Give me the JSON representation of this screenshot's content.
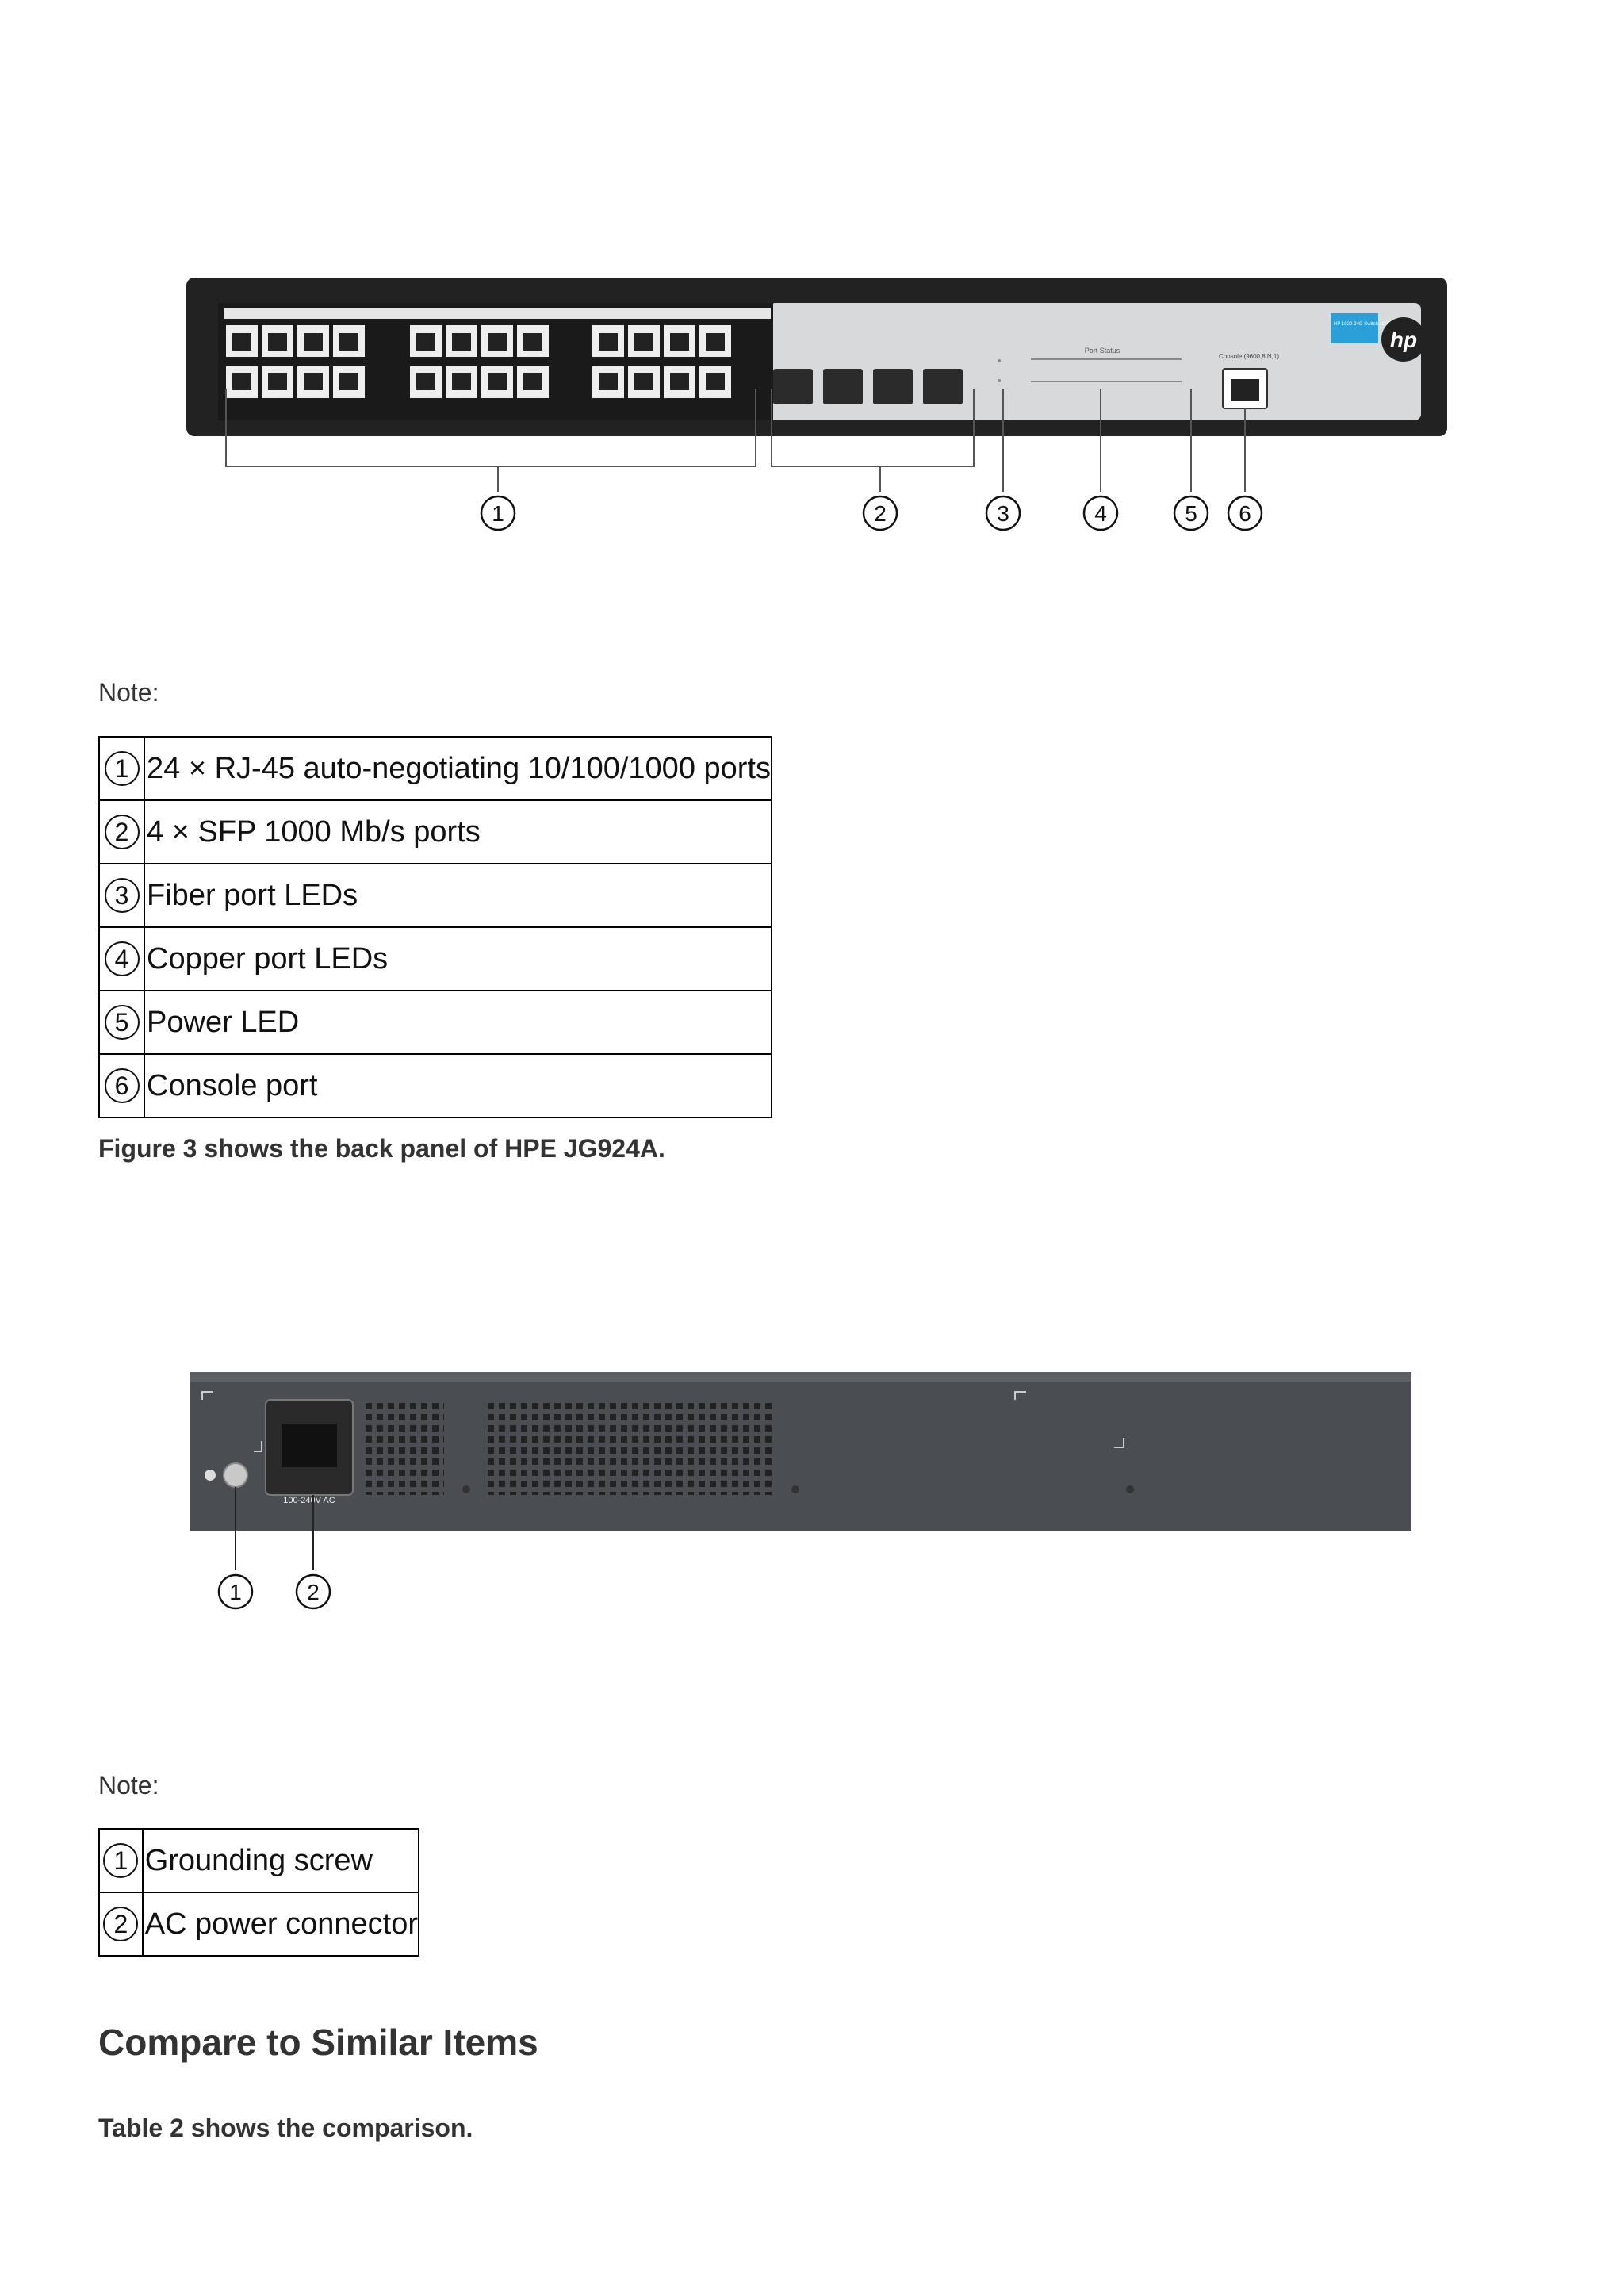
{
  "front_panel": {
    "callouts": [
      "1",
      "2",
      "3",
      "4",
      "5",
      "6"
    ],
    "brand_logo": "hp",
    "model_tag": "HP 1920-24G Switch JG924A",
    "led_header": "Port Status",
    "console_label": "Console (9600,8,N,1)"
  },
  "note_1": "Note:",
  "table_1": [
    {
      "num": "1",
      "desc": "24 × RJ-45 auto-negotiating 10/100/1000 ports"
    },
    {
      "num": "2",
      "desc": "4 × SFP 1000 Mb/s ports"
    },
    {
      "num": "3",
      "desc": "Fiber port LEDs"
    },
    {
      "num": "4",
      "desc": "Copper port LEDs"
    },
    {
      "num": "5",
      "desc": "Power LED"
    },
    {
      "num": "6",
      "desc": "Console port"
    }
  ],
  "figure3_caption": "Figure 3 shows the back panel of HPE JG924A.",
  "back_panel": {
    "callouts": [
      "1",
      "2"
    ],
    "ac_label": "100-240V AC"
  },
  "note_2": "Note:",
  "table_2": [
    {
      "num": "1",
      "desc": "Grounding screw"
    },
    {
      "num": "2",
      "desc": "AC power connector"
    }
  ],
  "section_heading": "Compare to Similar Items",
  "table2_caption": "Table 2 shows the comparison."
}
